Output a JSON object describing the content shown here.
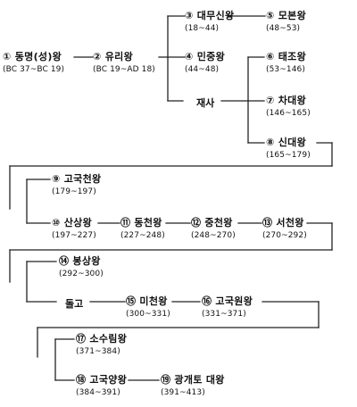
{
  "colors": {
    "ink": "#222222",
    "background": "#ffffff"
  },
  "nodes": [
    {
      "id": "n1",
      "name": "① 동명(성)왕",
      "period": "(BC 37~BC 19)"
    },
    {
      "id": "n2",
      "name": "② 유리왕",
      "period": "(BC 19~AD 18)"
    },
    {
      "id": "n3",
      "name": "③ 대무신왕",
      "period": "(18~44)"
    },
    {
      "id": "n4",
      "name": "④ 민중왕",
      "period": "(44~48)"
    },
    {
      "id": "n5",
      "name": "⑤ 모본왕",
      "period": "(48~53)"
    },
    {
      "id": "n6",
      "name": "⑥ 태조왕",
      "period": "(53~146)"
    },
    {
      "id": "n7",
      "name": "⑦ 차대왕",
      "period": "(146~165)"
    },
    {
      "id": "n8",
      "name": "⑧ 신대왕",
      "period": "(165~179)"
    },
    {
      "id": "n9",
      "name": "⑨ 고국천왕",
      "period": "(179~197)"
    },
    {
      "id": "n10",
      "name": "⑩ 산상왕",
      "period": "(197~227)"
    },
    {
      "id": "n11",
      "name": "⑪ 동천왕",
      "period": "(227~248)"
    },
    {
      "id": "n12",
      "name": "⑫ 중천왕",
      "period": "(248~270)"
    },
    {
      "id": "n13",
      "name": "⑬ 서천왕",
      "period": "(270~292)"
    },
    {
      "id": "n14",
      "name": "⑭ 봉상왕",
      "period": "(292~300)"
    },
    {
      "id": "n15",
      "name": "⑮ 미천왕",
      "period": "(300~331)"
    },
    {
      "id": "n16",
      "name": "⑯ 고국원왕",
      "period": "(331~371)"
    },
    {
      "id": "n17",
      "name": "⑰ 소수림왕",
      "period": "(371~384)"
    },
    {
      "id": "n18",
      "name": "⑱ 고국양왕",
      "period": "(384~391)"
    },
    {
      "id": "n19",
      "name": "⑲ 광개토 대왕",
      "period": "(391~413)"
    }
  ],
  "labels": {
    "jaesa": "재사",
    "dolgo": "돌고"
  }
}
